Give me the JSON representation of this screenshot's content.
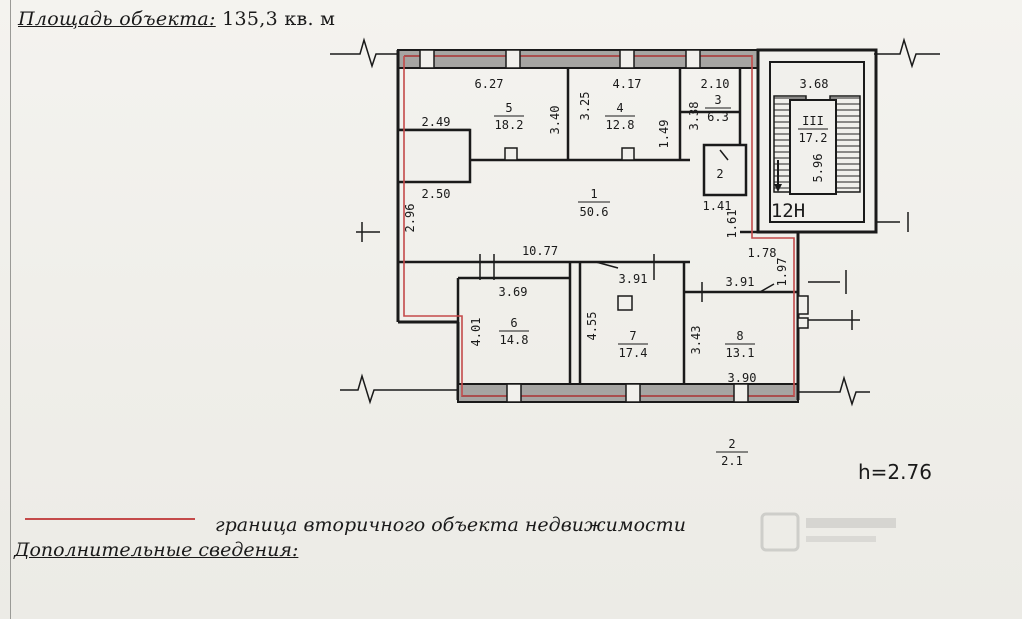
{
  "header": {
    "label": "Площадь объекта:",
    "value": "135,3",
    "unit": "кв. м"
  },
  "rooms": [
    {
      "id": "room-1",
      "number": "1",
      "area": "50.6"
    },
    {
      "id": "room-2",
      "number": "2",
      "area": ""
    },
    {
      "id": "room-3",
      "number": "3",
      "area": "6.3"
    },
    {
      "id": "room-4",
      "number": "4",
      "area": "12.8"
    },
    {
      "id": "room-5",
      "number": "5",
      "area": "18.2"
    },
    {
      "id": "room-6",
      "number": "6",
      "area": "14.8"
    },
    {
      "id": "room-7",
      "number": "7",
      "area": "17.4"
    },
    {
      "id": "room-8",
      "number": "8",
      "area": "13.1"
    },
    {
      "id": "room-III",
      "number": "III",
      "area": "17.2"
    }
  ],
  "dimensions": {
    "d_627": "6.27",
    "d_417": "4.17",
    "d_210": "2.10",
    "d_368": "3.68",
    "d_249": "2.49",
    "d_340": "3.40",
    "d_325": "3.25",
    "d_338": "3.38",
    "d_149": "1.49",
    "d_596": "5.96",
    "d_250": "2.50",
    "d_296": "2.96",
    "d_141": "1.41",
    "d_161": "1.61",
    "d_178": "1.78",
    "d_197": "1.97",
    "d_1077": "10.77",
    "d_391a": "3.91",
    "d_391b": "3.91",
    "d_369": "3.69",
    "d_401": "4.01",
    "d_455": "4.55",
    "d_343": "3.43",
    "d_390": "3.90"
  },
  "unit_code": "12Н",
  "outside_label": {
    "number": "2",
    "area": "2.1"
  },
  "ceiling_height": "h=2.76",
  "legend": {
    "text": "граница вторичного объекта недвижимости",
    "color": "#c44a4a"
  },
  "extra_info_label": "Дополнительные сведения:"
}
